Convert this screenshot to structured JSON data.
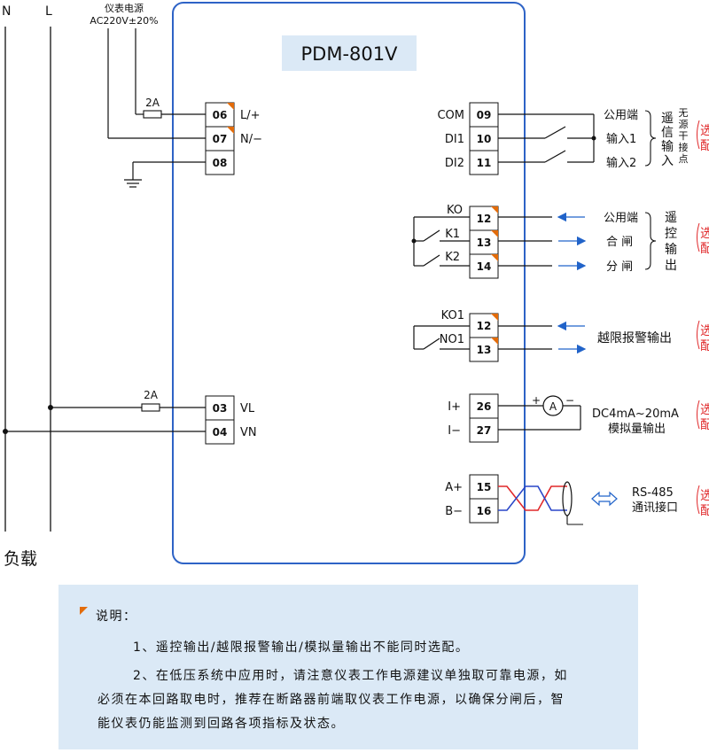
{
  "power_rails": {
    "n": "N",
    "l": "L",
    "load": "负载"
  },
  "power_supply": {
    "line1": "仪表电源",
    "line2": "AC220V±20%",
    "fuse_rating": "2A"
  },
  "device": {
    "model": "PDM-801V"
  },
  "terminals": {
    "t06": {
      "num": "06",
      "label": "L/+"
    },
    "t07": {
      "num": "07",
      "label": "N/−"
    },
    "t08": {
      "num": "08",
      "label": ""
    },
    "t03": {
      "num": "03",
      "label": "VL"
    },
    "t04": {
      "num": "04",
      "label": "VN"
    },
    "voltage_fuse": "2A",
    "t09": {
      "num": "09",
      "label": "COM"
    },
    "t10": {
      "num": "10",
      "label": "DI1"
    },
    "t11": {
      "num": "11",
      "label": "DI2"
    },
    "t12a": {
      "num": "12",
      "label": "KO"
    },
    "t13a": {
      "num": "13",
      "label": "K1"
    },
    "t14": {
      "num": "14",
      "label": "K2"
    },
    "t12b": {
      "num": "12",
      "label": "KO1"
    },
    "t13b": {
      "num": "13",
      "label": "NO1"
    },
    "t26": {
      "num": "26",
      "label": "I+"
    },
    "t27": {
      "num": "27",
      "label": "I−"
    },
    "t15": {
      "num": "15",
      "label": "A+"
    },
    "t16": {
      "num": "16",
      "label": "B−"
    }
  },
  "remote_signal_input": {
    "common": "公用端",
    "input1": "输入1",
    "input2": "输入2",
    "title": [
      "遥",
      "信",
      "输",
      "入"
    ],
    "contact_type": [
      "无",
      "源",
      "干",
      "接",
      "点"
    ],
    "option": [
      "选",
      "配"
    ]
  },
  "remote_control_output": {
    "common": "公用端",
    "close": "合  闸",
    "open": "分  闸",
    "title": [
      "遥",
      "控",
      "输",
      "出"
    ],
    "option": [
      "选",
      "配"
    ]
  },
  "alarm_output": {
    "label": "越限报警输出",
    "option": [
      "选",
      "配"
    ]
  },
  "analog_output": {
    "plus": "+",
    "minus": "−",
    "meter": "A",
    "range": "DC4mA~20mA",
    "label": "模拟量输出",
    "option": [
      "选",
      "配"
    ]
  },
  "rs485": {
    "name": "RS-485",
    "label": "通讯接口",
    "option": [
      "选",
      "配"
    ]
  },
  "notes": {
    "heading": "说明：",
    "item1": "1、遥控输出/越限报警输出/模拟量输出不能同时选配。",
    "item2_line1": "2、在低压系统中应用时，请注意仪表工作电源建议单独取可靠电源，如",
    "item2_line2": "必须在本回路取电时，推荐在断路器前端取仪表工作电源，以确保分闸后，智",
    "item2_line3": "能仪表仍能监测到回路各项指标及状态。"
  },
  "colors": {
    "device_border": "#2e63c6",
    "device_fill": "#ffffff",
    "model_box": "#dbe9f6",
    "notes_bg": "#dbe9f6",
    "terminal_marker": "#e36c0a",
    "option_red": "#e0282a",
    "arrow_blue": "#2163c9",
    "rs485_red": "#e0282a",
    "rs485_blue": "#2a47c8"
  }
}
